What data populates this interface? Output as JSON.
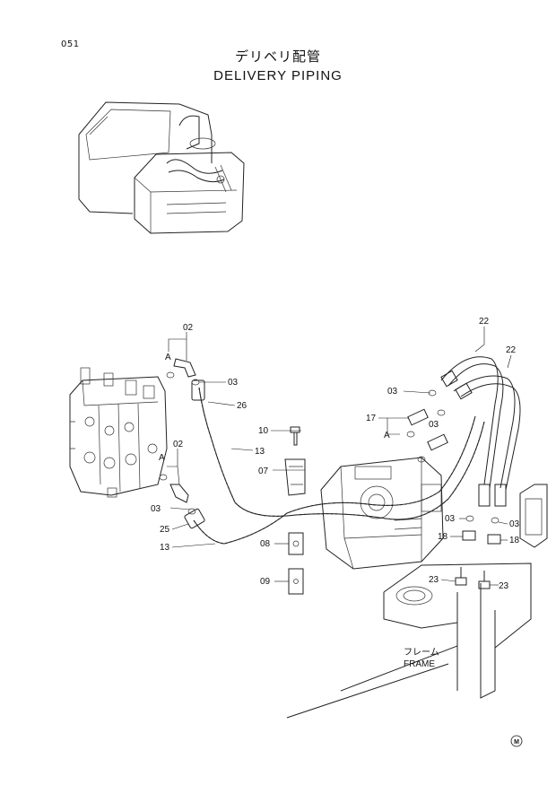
{
  "page_number": "051",
  "title_jp": "デリベリ配管",
  "title_en": "DELIVERY PIPING",
  "frame_label_jp": "フレーム",
  "frame_label_en": "FRAME",
  "corner_mark": "M",
  "part_labels": {
    "p02a": "02",
    "p02b": "02",
    "p03a": "03",
    "p03b": "03",
    "p03c": "03",
    "p03d": "03",
    "p03e": "03",
    "p03f": "03",
    "p07": "07",
    "p08": "08",
    "p09": "09",
    "p10": "10",
    "p13a": "13",
    "p13b": "13",
    "p17": "17",
    "p18a": "18",
    "p18b": "18",
    "p22a": "22",
    "p22b": "22",
    "p23a": "23",
    "p23b": "23",
    "p25": "25",
    "p26": "26",
    "refA1": "A",
    "refA2": "A",
    "refA3": "A"
  }
}
